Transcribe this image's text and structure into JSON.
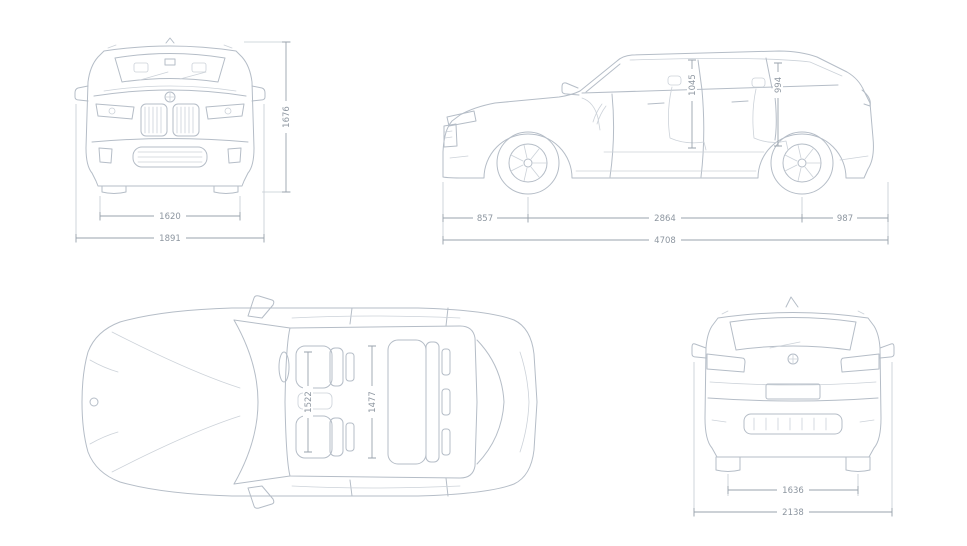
{
  "dims": {
    "front": {
      "track": "1620",
      "overall_width": "1891",
      "height": "1676"
    },
    "side": {
      "front_overhang": "857",
      "wheelbase": "2864",
      "rear_overhang": "987",
      "overall_length": "4708",
      "front_headroom": "1045",
      "rear_headroom": "994"
    },
    "top": {
      "front_interior_width": "1522",
      "rear_interior_width": "1477"
    },
    "rear": {
      "track": "1636",
      "width_incl_mirrors": "2138"
    }
  },
  "colors": {
    "line": "#b5bdc7",
    "line_soft": "#ccd2d9",
    "dim": "#9aa3ad",
    "ext": "#c4cbd3",
    "text": "#8d96a0",
    "background": "#ffffff"
  }
}
